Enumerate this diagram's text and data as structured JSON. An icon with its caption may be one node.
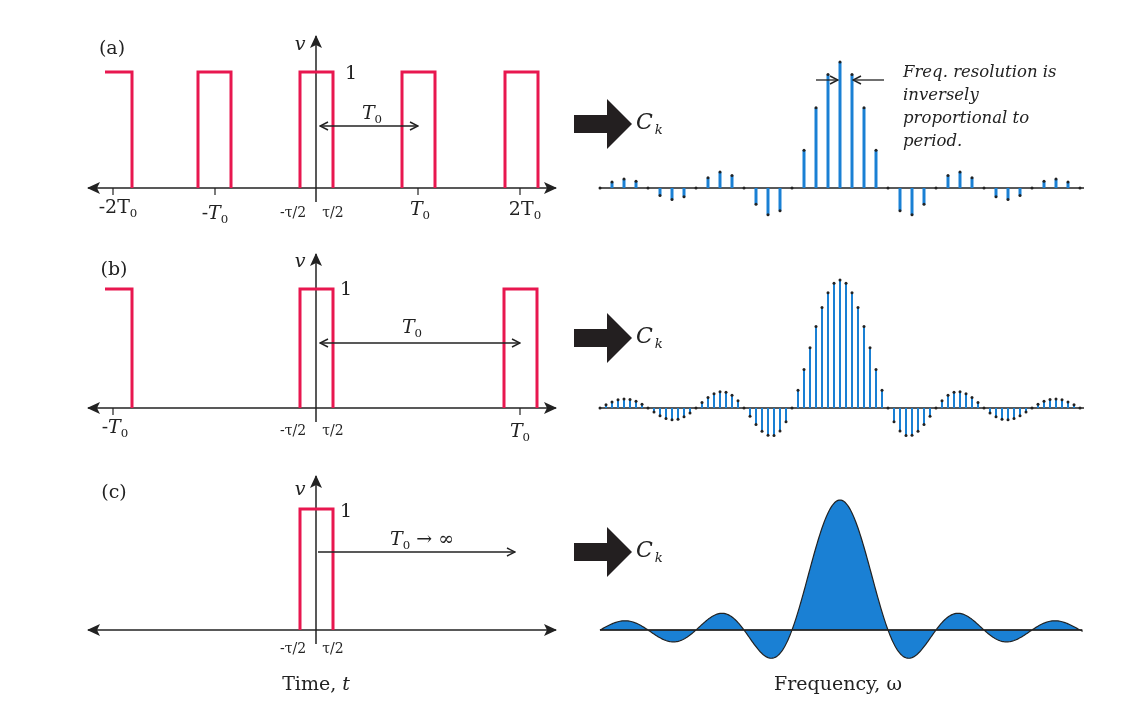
{
  "diagram": {
    "nodes": [
      {
        "text": [
          "*C*$_{k}$"
        ]
      },
      {
        "text": [
          "*C*$_{k}$"
        ]
      },
      {
        "text": [
          "*C*$_{k}$"
        ]
      }
    ],
    "edges": [
      {
        "from": null,
        "to": 0,
        "arrow": "to"
      },
      {
        "from": null,
        "to": 1,
        "arrow": "to"
      },
      {
        "from": null,
        "to": 2,
        "arrow": "to"
      }
    ],
    "labels": [
      "(a)",
      "v",
      "1",
      "Freq. resolution is inversely proportional to period.",
      "*T*$_{0}$",
      "-2T$_{0}$",
      "-*T*$_{0}$",
      "-τ/2",
      "τ/2",
      "*T*$_{0}$",
      "2T$_{0}$",
      "(b)",
      "v",
      "1",
      "*T*$_{0}$",
      "-*T*$_{0}$",
      "-τ/2",
      "τ/2",
      "*T*$_{0}$",
      "(c)",
      "v",
      "1",
      "*T*$_{0}$ → ∞",
      "-τ/2",
      "τ/2",
      "Time, *t*",
      "Frequency, ω"
    ]
  }
}
